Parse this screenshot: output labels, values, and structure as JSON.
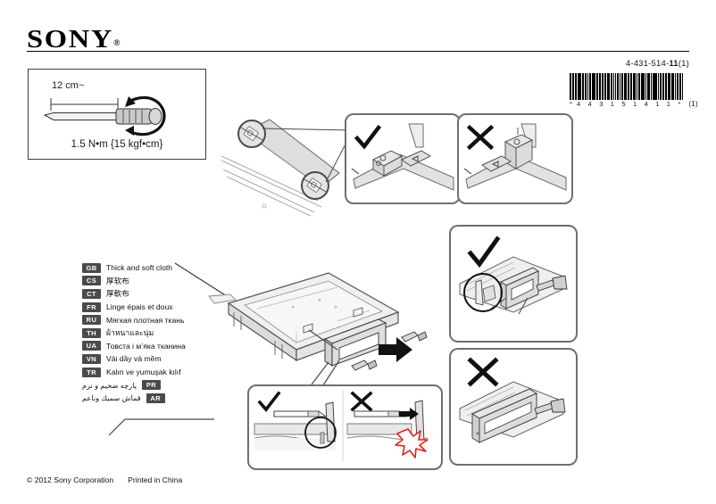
{
  "document": {
    "brand": "SONY",
    "brand_reg": "®",
    "part_number_prefix": "4-431-514-",
    "part_number_bold": "11",
    "part_number_suffix": "(1)",
    "barcode_digits": [
      "4",
      "4",
      "3",
      "1",
      "5",
      "1",
      "4",
      "1",
      "1"
    ],
    "barcode_quote_left": "*",
    "barcode_quote_right": "*",
    "barcode_suffix": "(1)"
  },
  "torque_box": {
    "name": "screwdriver-torque-spec",
    "length_label": "12 cm~",
    "torque_label": "1.5 N•m {15 kgf•cm}"
  },
  "callout": {
    "title": "Thick and soft cloth",
    "languages": [
      {
        "code": "GB",
        "text": "Thick and soft cloth",
        "rtl": false
      },
      {
        "code": "CS",
        "text": "厚软布",
        "rtl": false
      },
      {
        "code": "CT",
        "text": "厚軟布",
        "rtl": false
      },
      {
        "code": "FR",
        "text": "Linge épais et doux",
        "rtl": false
      },
      {
        "code": "RU",
        "text": "Мягкая плотная ткань",
        "rtl": false
      },
      {
        "code": "TH",
        "text": "ผ้าหนาและนุ่ม",
        "rtl": false
      },
      {
        "code": "UA",
        "text": "Товста і мʼяка тканина",
        "rtl": false
      },
      {
        "code": "VN",
        "text": "Vải dầy và mềm",
        "rtl": false
      },
      {
        "code": "TR",
        "text": "Kalın ve yumuşak kılıf",
        "rtl": false
      },
      {
        "code": "PR",
        "text": "پارچه ضخیم و نرم",
        "rtl": true
      },
      {
        "code": "AR",
        "text": "قماش سميك وناعم",
        "rtl": true
      }
    ]
  },
  "panels": {
    "stand_correct": {
      "mark": "check",
      "name": "stand-orientation-correct"
    },
    "stand_incorrect": {
      "mark": "cross",
      "name": "stand-orientation-incorrect"
    },
    "bracket_correct": {
      "mark": "check",
      "name": "bracket-seating-correct"
    },
    "bracket_incorrect": {
      "mark": "cross",
      "name": "bracket-seating-incorrect"
    },
    "section_correct": {
      "mark": "check",
      "name": "cross-section-correct"
    },
    "section_incorrect": {
      "mark": "cross",
      "name": "cross-section-incorrect"
    }
  },
  "footer": {
    "copyright": "© 2012 Sony Corporation",
    "printed": "Printed in China"
  },
  "colors": {
    "ink": "#1a1a1a",
    "panel_border": "#6f6f6f",
    "fill_light": "#e6e6e6",
    "fill_mid": "#d2d2d2",
    "warning_red": "#e2231a"
  }
}
